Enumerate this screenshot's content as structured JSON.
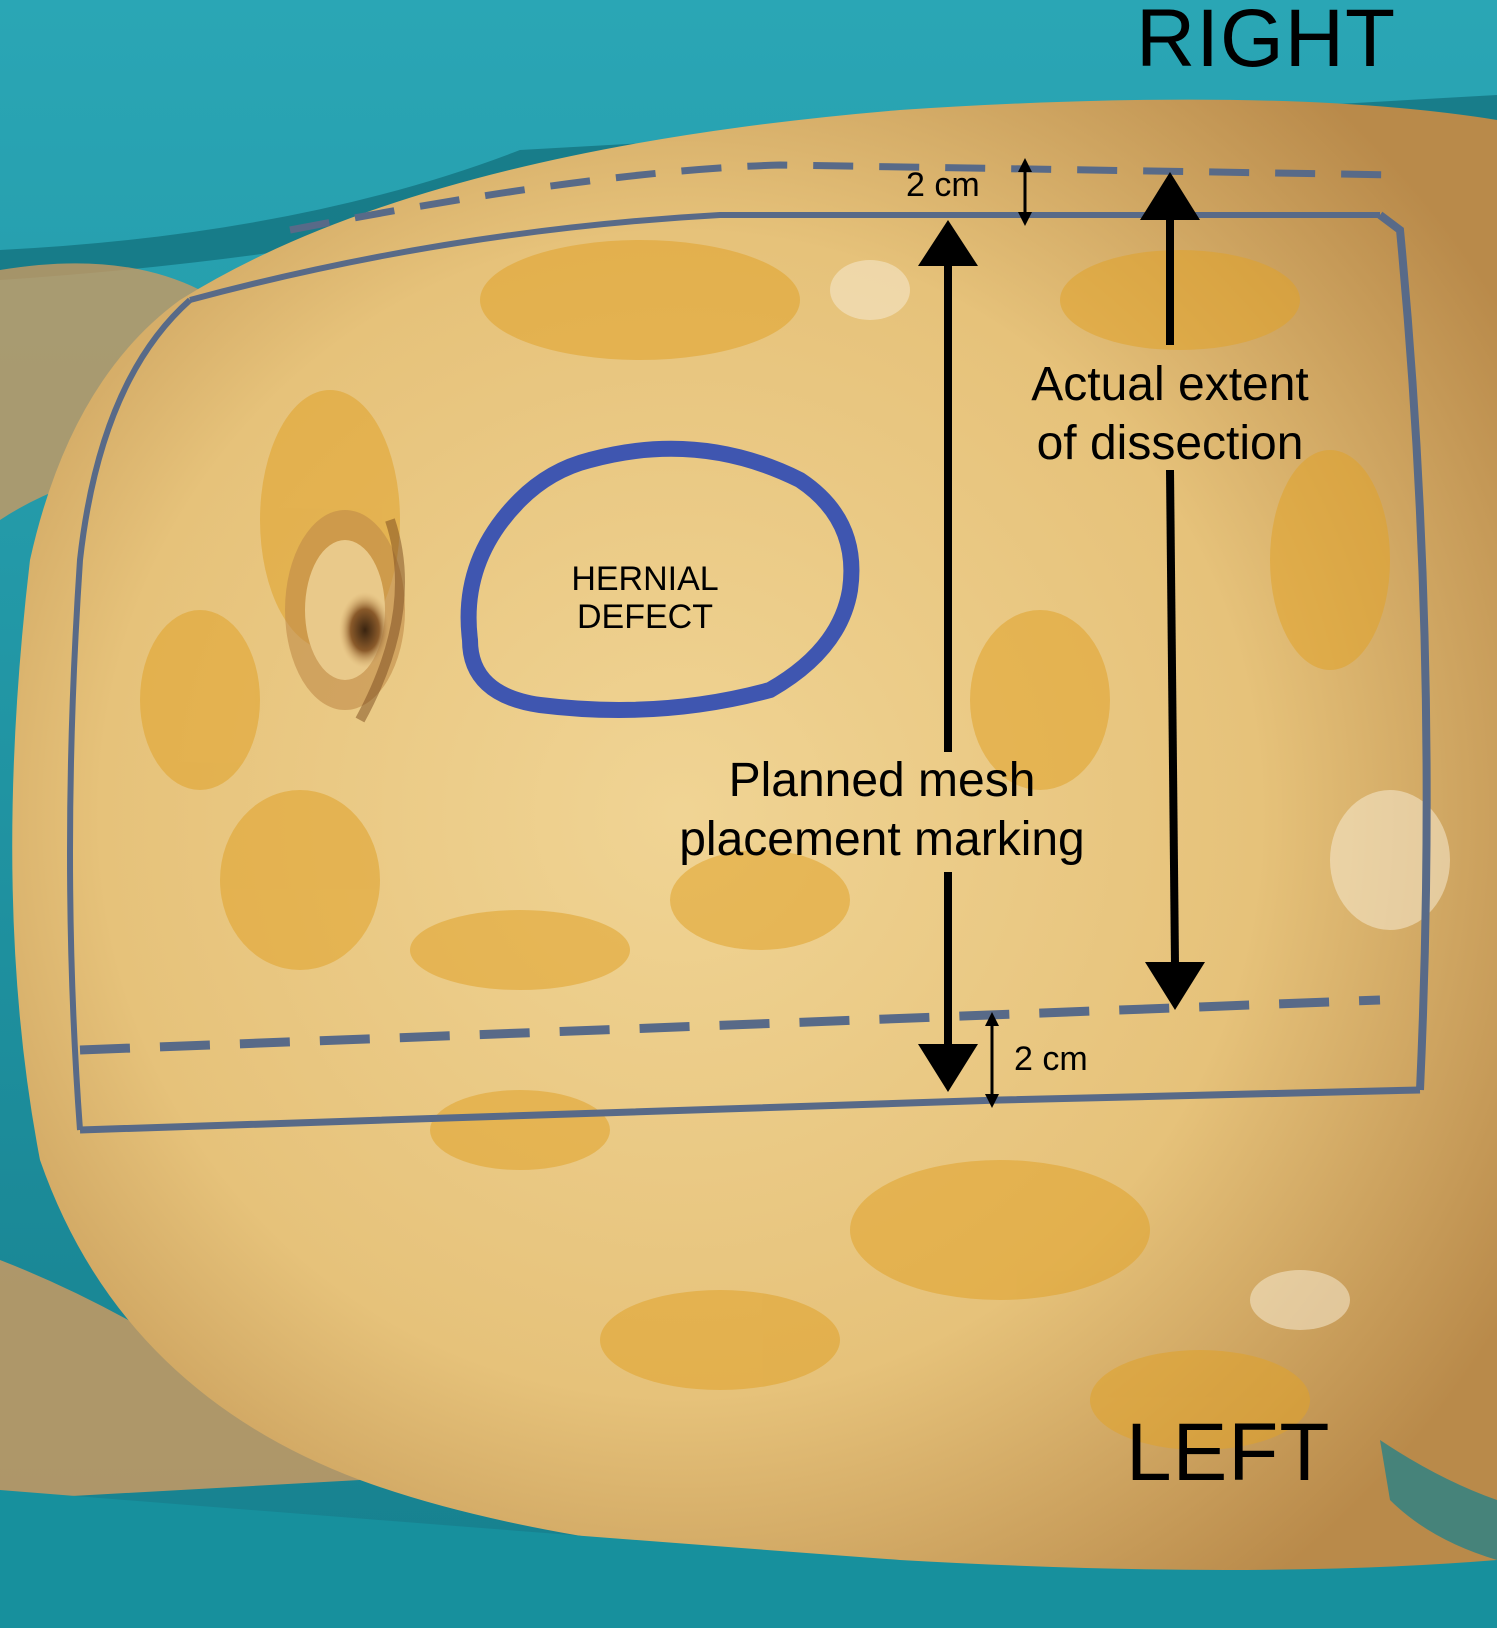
{
  "labels": {
    "right": "RIGHT",
    "left": "LEFT",
    "dissection_line1": "Actual extent",
    "dissection_line2": "of dissection",
    "mesh_line1": "Planned mesh",
    "mesh_line2": "placement marking",
    "hernial_line1": "HERNIAL",
    "hernial_line2": "DEFECT",
    "top_margin": "2 cm",
    "bottom_margin": "2 cm"
  },
  "colors": {
    "drape": "#1e9aa8",
    "skin": "#e6c27a",
    "iodine_stain": "#e0a22a",
    "marker_blue": "#3f56b0",
    "marker_grey": "#586a88",
    "arrow": "#000000"
  }
}
